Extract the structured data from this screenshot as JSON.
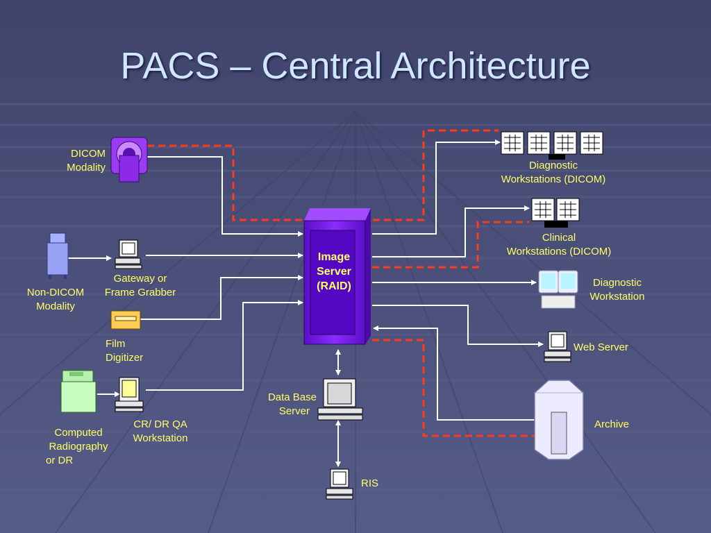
{
  "title": "PACS – Central Architecture",
  "image_server": {
    "line1": "Image",
    "line2": "Server",
    "line3": "(RAID)"
  },
  "nodes": {
    "dicom_modality": {
      "line1": "DICOM",
      "line2": "Modality"
    },
    "non_dicom_modality": {
      "line1": "Non-DICOM",
      "line2": "Modality"
    },
    "gateway": {
      "line1": "Gateway or",
      "line2": "Frame Grabber"
    },
    "film_digitizer": {
      "line1": "Film",
      "line2": "Digitizer"
    },
    "computed_radiography": {
      "line1": "Computed",
      "line2": "Radiography",
      "line3": "or DR"
    },
    "cr_dr_qa": {
      "line1": "CR/ DR QA",
      "line2": "Workstation"
    },
    "data_base_server": {
      "line1": "Data Base",
      "line2": "Server"
    },
    "ris": {
      "line1": "RIS"
    },
    "diagnostic_workstations_dicom": {
      "line1": "Diagnostic",
      "line2": "Workstations (DICOM)"
    },
    "clinical_workstations_dicom": {
      "line1": "Clinical",
      "line2": "Workstations (DICOM)"
    },
    "diagnostic_workstation": {
      "line1": "Diagnostic",
      "line2": "Workstation"
    },
    "web_server": {
      "line1": "Web Server"
    },
    "archive": {
      "line1": "Archive"
    }
  },
  "colors": {
    "background": "#4a4f78",
    "title": "#cfe6ff",
    "label": "#ffff66",
    "server": "#7a1cf0",
    "connector": "#ffffff",
    "dicom_link": "#ff3b1a"
  }
}
